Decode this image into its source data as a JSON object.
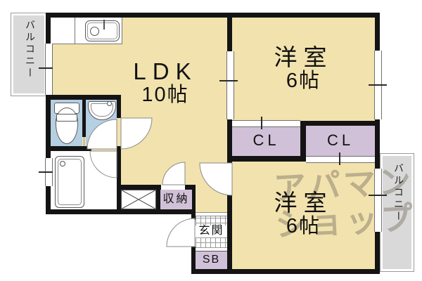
{
  "rooms": {
    "ldk": {
      "label": "LDK",
      "size": "10帖"
    },
    "bedroom_top": {
      "label": "洋室",
      "size": "6帖"
    },
    "bedroom_bottom": {
      "label": "洋室",
      "size": "6帖"
    },
    "closet_left": {
      "label": "CL"
    },
    "closet_right": {
      "label": "CL"
    },
    "storage": {
      "label": "収納"
    },
    "entrance": {
      "label": "玄関"
    },
    "shoe_box": {
      "label": "SB"
    },
    "balcony_left": {
      "label": "バルコニー"
    },
    "balcony_right": {
      "label": "バルコニー"
    }
  },
  "watermark": {
    "line1": "アパマン",
    "line2": "ショップ"
  },
  "colors": {
    "floor": "#f2e2ad",
    "closet": "#d1c1d8",
    "wet": "#b5cfe3",
    "balcony": "#d9d9d9",
    "wall": "#141414"
  }
}
